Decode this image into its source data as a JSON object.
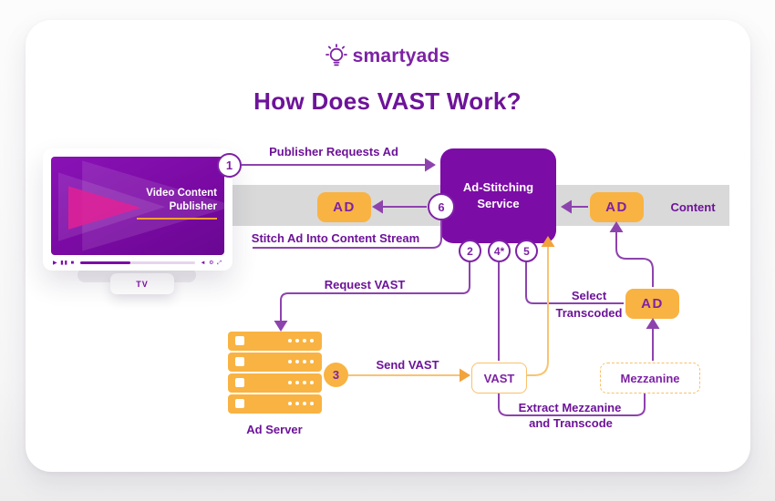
{
  "brand": {
    "name": "smartyads",
    "icon": "lightbulb-icon",
    "color": "#7d22a5"
  },
  "title": "How Does VAST Work?",
  "publisher_tv": {
    "screen_label_line1": "Video Content",
    "screen_label_line2": "Publisher",
    "stand_label": "TV",
    "player": {
      "left_icons": "▶ ▮▮ ■",
      "right_icons": "◄ ⚙ ⤢"
    }
  },
  "nodes": {
    "ad_stitching": {
      "line1": "Ad-Stitching",
      "line2": "Service"
    },
    "ad_server": {
      "label": "Ad Server"
    },
    "vast": {
      "label": "VAST"
    },
    "mezzanine": {
      "label": "Mezzanine"
    },
    "content_stream": {
      "label": "Content"
    },
    "ad_badge": "AD"
  },
  "steps": {
    "one": {
      "num": "1",
      "label": "Publisher Requests Ad"
    },
    "two": {
      "num": "2",
      "label": "Request VAST"
    },
    "three": {
      "num": "3",
      "label": "Send VAST"
    },
    "four": {
      "num": "4*"
    },
    "five": {
      "num": "5",
      "label_line1": "Select",
      "label_line2": "Transcoded"
    },
    "six": {
      "num": "6",
      "label": "Stitch Ad Into Content Stream"
    }
  },
  "flow_labels": {
    "extract_line1": "Extract Mezzanine",
    "extract_line2": "and Transcode"
  },
  "colors": {
    "purple_box": "#7c0ca6",
    "purple_text": "#6d1399",
    "purple_line": "#8d43ad",
    "orange": "#f9b342",
    "orange_line": "#f8c473",
    "band_gray": "#d9d9d9",
    "card_bg": "#ffffff"
  }
}
